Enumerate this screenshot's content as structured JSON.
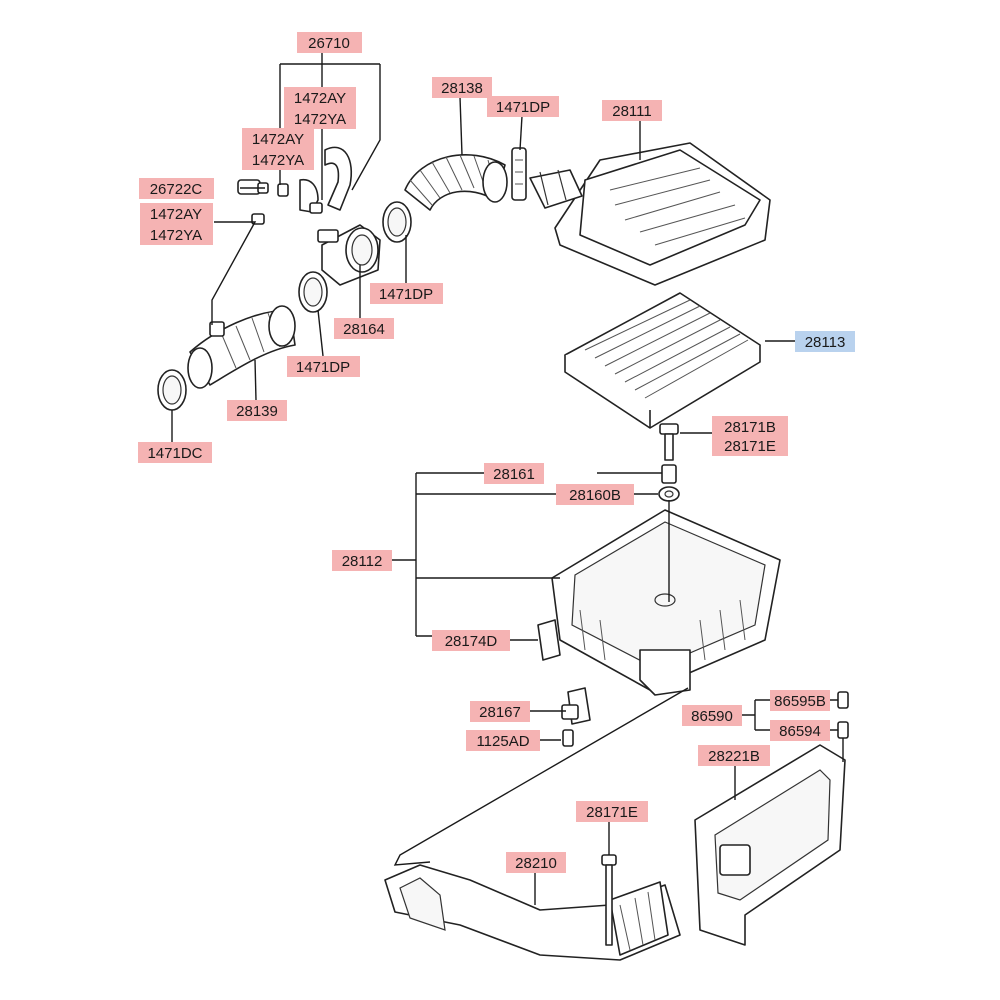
{
  "callouts": {
    "c26710": "26710",
    "c1472AY_a": "1472AY",
    "c1472YA_a": "1472YA",
    "c1472AY_b": "1472AY",
    "c1472YA_b": "1472YA",
    "c26722C": "26722C",
    "c1472AY_c": "1472AY",
    "c1472YA_c": "1472YA",
    "c28138": "28138",
    "c1471DP_a": "1471DP",
    "c28111": "28111",
    "c1471DP_b": "1471DP",
    "c28164": "28164",
    "c1471DP_c": "1471DP",
    "c28139": "28139",
    "c1471DC": "1471DC",
    "c28113": "28113",
    "c28171B": "28171B",
    "c28171E_a": "28171E",
    "c28161": "28161",
    "c28160B": "28160B",
    "c28112": "28112",
    "c28174D": "28174D",
    "c28167": "28167",
    "c1125AD": "1125AD",
    "c86590": "86590",
    "c86595B": "86595B",
    "c86594": "86594",
    "c28221B": "28221B",
    "c28171E_b": "28171E",
    "c28210": "28210"
  },
  "colors": {
    "label_highlight": "#f5b3b3",
    "label_selected": "#b9d2ee",
    "line": "#1a1a1a"
  }
}
